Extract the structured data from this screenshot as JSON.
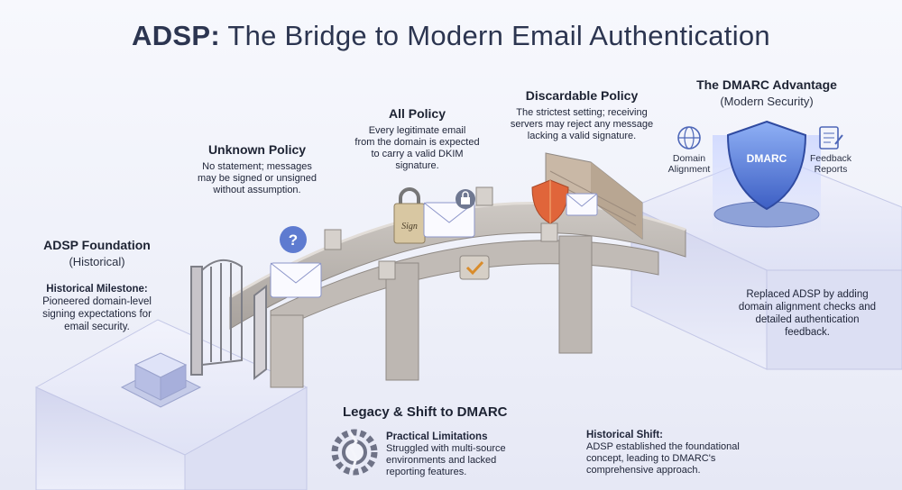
{
  "title": {
    "prefix": "ADSP:",
    "rest": "The Bridge to Modern Email Authentication"
  },
  "foundation": {
    "heading": "ADSP Foundation",
    "subheading": "(Historical)",
    "milestone_label": "Historical Milestone:",
    "milestone_text": [
      "Pioneered domain-level",
      "signing expectations for",
      "email security."
    ]
  },
  "unknown_policy": {
    "heading": "Unknown Policy",
    "text": [
      "No statement; messages",
      "may be signed or unsigned",
      "without assumption."
    ]
  },
  "all_policy": {
    "heading": "All Policy",
    "text": [
      "Every legitimate email",
      "from the domain is expected",
      "to carry a valid DKIM",
      "signature."
    ]
  },
  "discardable_policy": {
    "heading": "Discardable Policy",
    "text": [
      "The strictest setting; receiving",
      "servers may reject any message",
      "lacking a valid signature."
    ]
  },
  "dmarc": {
    "heading": "The DMARC Advantage",
    "subheading": "(Modern Security)",
    "shield_label": "DMARC",
    "alignment_label": [
      "Domain",
      "Alignment"
    ],
    "feedback_label": [
      "Feedback",
      "Reports"
    ],
    "replaced_text": [
      "Replaced ADSP by adding",
      "domain alignment checks and",
      "detailed authentication",
      "feedback."
    ]
  },
  "legacy": {
    "heading": "Legacy & Shift to DMARC",
    "limitations_label": "Practical Limitations",
    "limitations_text": [
      "Struggled with multi-source",
      "environments and lacked",
      "reporting features."
    ],
    "shift_label": "Historical Shift:",
    "shift_text": [
      "ADSP established the foundational",
      "concept, leading to DMARC's",
      "comprehensive approach."
    ]
  },
  "icons": {
    "question": "question-mark-icon",
    "lock": "padlock-icon",
    "check": "checkmark-icon",
    "warning_shield": "warning-shield-icon",
    "globe": "globe-icon",
    "document": "document-edit-icon",
    "gear": "broken-gear-icon"
  },
  "colors": {
    "title": "#2c3550",
    "accent_blue": "#3f63c8",
    "shield_blue": "#5a7fe0",
    "warning_red": "#e0653a",
    "stone": "#b9b4b0",
    "platform": "#e3e6f7"
  },
  "envelope_sign_text": "Sign"
}
